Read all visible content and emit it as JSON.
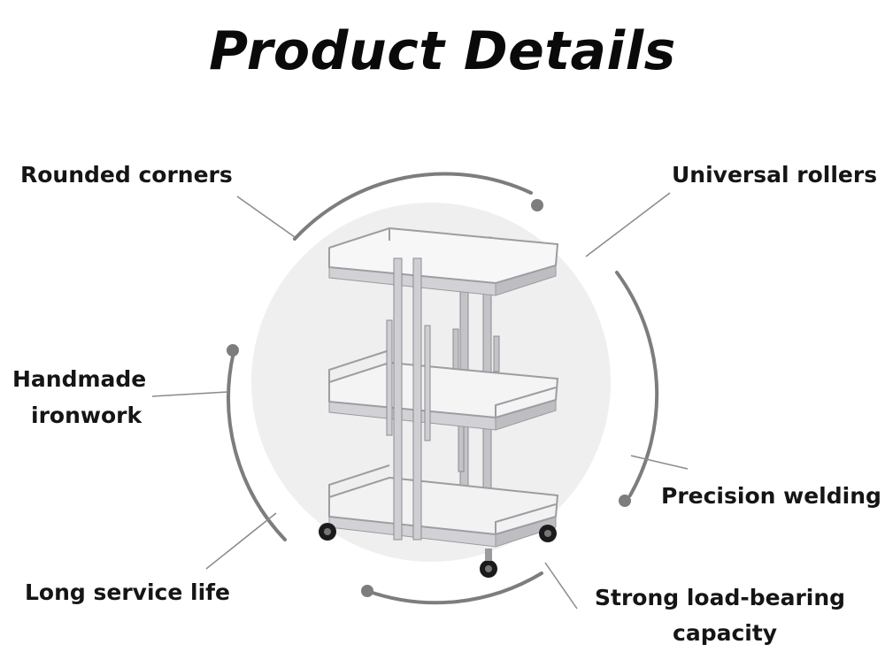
{
  "title": "Product Details",
  "features": {
    "rounded_corners": "Rounded corners",
    "universal_rollers": "Universal rollers",
    "handmade_ironwork_line1": "Handmade",
    "handmade_ironwork_line2": "ironwork",
    "precision_welding": "Precision welding",
    "long_service_life": "Long service life",
    "strong_load_line1": "Strong load-bearing",
    "strong_load_line2": "capacity"
  },
  "colors": {
    "background": "#ffffff",
    "circle_fill": "#efefef",
    "arc_stroke": "#7b7b7b",
    "frame_silver": "#c9c9cc",
    "text": "#151515"
  }
}
